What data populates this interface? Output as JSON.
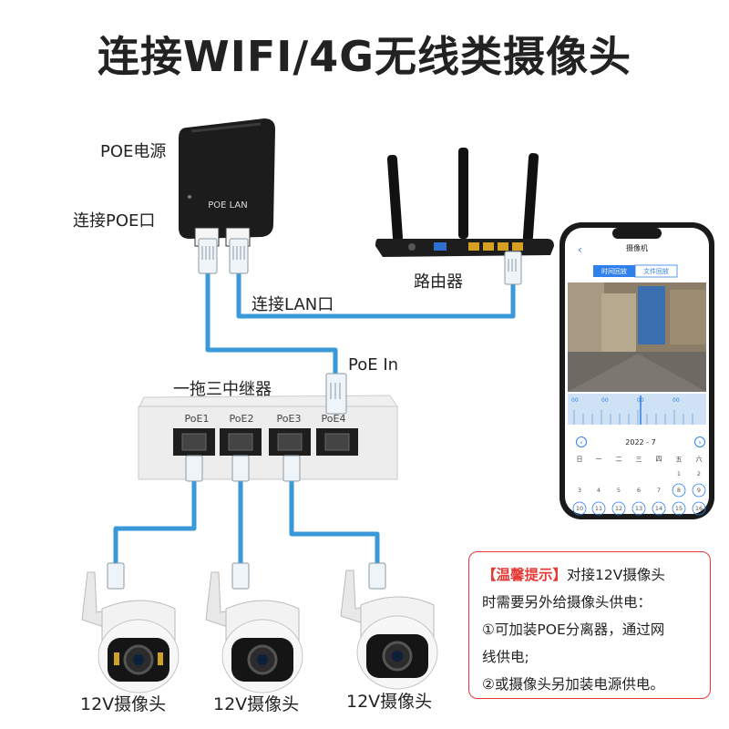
{
  "title": "连接WIFI/4G无线类摄像头",
  "labels": {
    "poe_power": "POE电源",
    "connect_poe": "连接POE口",
    "router": "路由器",
    "connect_lan": "连接LAN口",
    "poe_in": "PoE In",
    "repeater": "一拖三中继器",
    "poe_device_mark": "POE LAN"
  },
  "repeater_ports": [
    "PoE1",
    "PoE2",
    "PoE3",
    "PoE4"
  ],
  "cameras": [
    {
      "label": "12V摄像头"
    },
    {
      "label": "12V摄像头"
    },
    {
      "label": "12V摄像头"
    }
  ],
  "phone": {
    "app_title": "摄像机",
    "tab_active": "时间回放",
    "tab_inactive": "文件回放",
    "month": "2022 - 7",
    "timeline_marks": [
      "00",
      "00",
      "00",
      "00"
    ],
    "weekdays": [
      "日",
      "一",
      "二",
      "三",
      "四",
      "五",
      "六"
    ],
    "days_row1": [
      "1",
      "2"
    ],
    "days_row2": [
      "3",
      "4",
      "5",
      "6",
      "7",
      "8",
      "9"
    ],
    "days_row3": [
      "10",
      "11",
      "12",
      "13",
      "14",
      "15",
      "16"
    ]
  },
  "notice": {
    "tag": "【温馨提示】",
    "line1": "对接12V摄像头",
    "line2": "时需要另外给摄像头供电：",
    "line3": "①可加装POE分离器，通过网",
    "line4": "线供电;",
    "line5": "②或摄像头另加装电源供电。"
  },
  "colors": {
    "cable": "#3a9ad9",
    "notice_border": "#e53935",
    "device_dark": "#1c1c1c",
    "app_blue": "#2f80ed"
  }
}
